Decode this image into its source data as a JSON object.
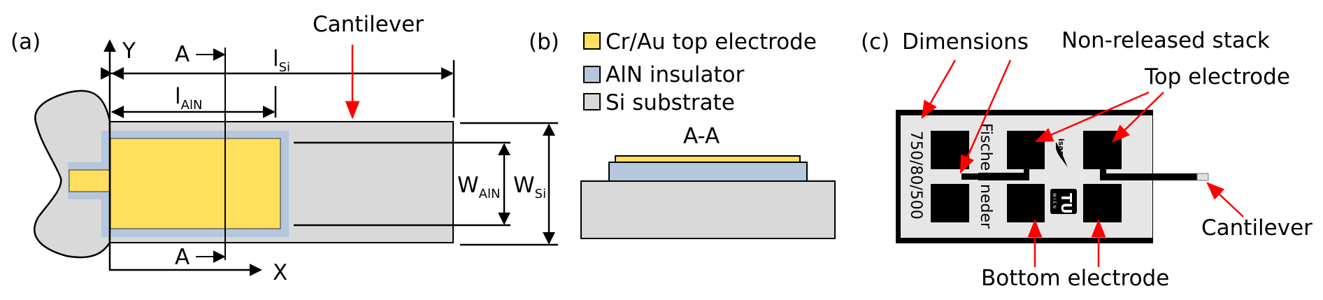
{
  "colors": {
    "electrode": "#ffdf5c",
    "insulator": "#b4c7dd",
    "substrate": "#d9d9d9",
    "chip_background": "#e6e6e6",
    "annotation": "#ff0000",
    "line": "#000000"
  },
  "panel_a": {
    "tag": "(a)",
    "axis_y": "Y",
    "axis_x": "X",
    "section_top": "A",
    "section_bottom": "A",
    "cantilever_label": "Cantilever",
    "l_si": {
      "main": "l",
      "sub": "Si"
    },
    "l_aln": {
      "main": "l",
      "sub": "AlN"
    },
    "w_aln": {
      "main": "W",
      "sub": "AlN"
    },
    "w_si": {
      "main": "W",
      "sub": "Si"
    }
  },
  "panel_b": {
    "tag": "(b)",
    "legend": [
      {
        "label": "Cr/Au top electrode",
        "material": "electrode"
      },
      {
        "label": "AlN insulator",
        "material": "insulator"
      },
      {
        "label": "Si substrate",
        "material": "substrate"
      }
    ],
    "section_title": "A-A"
  },
  "panel_c": {
    "tag": "(c)",
    "labels": {
      "dimensions": "Dimensions",
      "non_released_stack": "Non-released stack",
      "top_electrode": "Top electrode",
      "cantilever": "Cantilever",
      "bottom_electrode": "Bottom electrode"
    },
    "chip_text": {
      "dimensions_value": "750/80/500",
      "name_top": "Fische",
      "name_bottom": "neder",
      "logo_isas": "isas",
      "logo_tu": "TU",
      "logo_wien": "WIEN"
    }
  }
}
